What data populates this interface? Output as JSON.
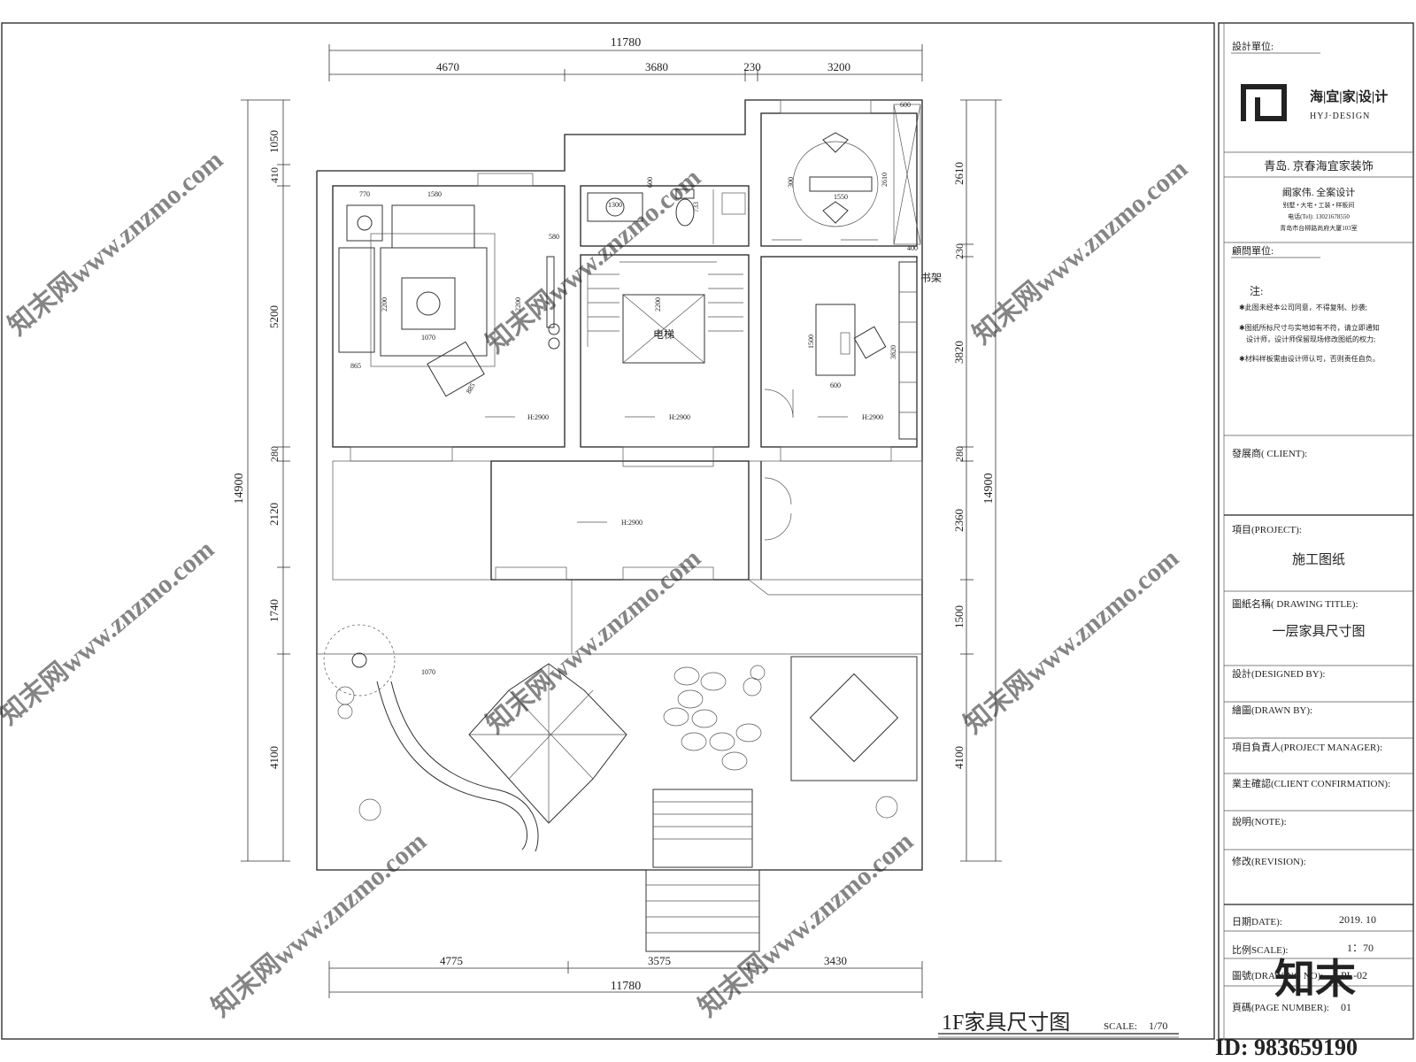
{
  "drawing": {
    "title": "1F家具尺寸图",
    "scale_label": "SCALE:",
    "scale_value": "1/70",
    "top_dims": {
      "total": "11780",
      "segments": [
        "4670",
        "3680",
        "230",
        "3200"
      ]
    },
    "bottom_dims": {
      "total": "11780",
      "segments": [
        "4775",
        "3575",
        "3430"
      ]
    },
    "left_dims": {
      "total": "14900",
      "segments": [
        "1050",
        "410",
        "5200",
        "280",
        "2120",
        "1740",
        "4100"
      ]
    },
    "right_dims": {
      "total": "14900",
      "segments": [
        "2610",
        "230",
        "3820",
        "280",
        "2360",
        "1500",
        "4100"
      ]
    },
    "room_labels": {
      "elevator": "电梯",
      "bookshelf": "书架"
    },
    "heights": [
      "H:2900",
      "H:2900",
      "H:2900",
      "H:2900"
    ],
    "furniture_dims": {
      "d770": "770",
      "d1580": "1580",
      "d580": "580",
      "d2200a": "2200",
      "d2200b": "2200",
      "d2200c": "2200",
      "d1070a": "1070",
      "d865": "865",
      "d885": "885",
      "d1300": "1300",
      "d600a": "600",
      "d733": "733",
      "d300": "300",
      "d1550": "1550",
      "d2610": "2610",
      "d600b": "600",
      "d400": "400",
      "d1500": "1500",
      "d3820": "3820",
      "d600c": "600",
      "d1070b": "1070"
    }
  },
  "title_block": {
    "design_unit_label": "設計單位:",
    "logo_cn": "海|宜|家|设|计",
    "logo_en": "HYJ·DESIGN",
    "company": "青岛. 京春海宜家装饰",
    "designer": "阚家伟. 全案设计",
    "services": "别墅 • 大宅 • 工装 • 样板间",
    "phone": "电话(Tel): 13021678550",
    "address": "青岛市台柳路尚府大厦103室",
    "consultant_label": "顧問單位:",
    "notes_title": "注:",
    "notes": [
      "✱此图未经本公司同意，不得复制、抄袭;",
      "✱图纸所标尺寸与实地如有不符，请立即通知",
      "设计师，设计师保留现场修改图纸的权力;",
      "✱材料样板需由设计师认可，否则责任自负。"
    ],
    "client_label": "發展商( CLIENT):",
    "project_label": "項目(PROJECT):",
    "project_value": "施工图纸",
    "drawing_title_label": "圖紙名稱( DRAWING TITLE):",
    "drawing_title_value": "一层家具尺寸图",
    "designed_by_label": "設計(DESIGNED BY):",
    "drawn_by_label": "繪圖(DRAWN BY):",
    "pm_label": "項目負責人(PROJECT MANAGER):",
    "client_confirm_label": "業主確認(CLIENT CONFIRMATION):",
    "note_label": "說明(NOTE):",
    "revision_label": "修改(REVISION):",
    "date_label": "日期DATE):",
    "date_value": "2019. 10",
    "scale_label": "比例SCALE):",
    "scale_value": "1：70",
    "drawing_no_label": "圖號(DRAWING NO):",
    "drawing_no_value": "PL-02",
    "page_label": "頁碼(PAGE NUMBER):",
    "page_value": "01"
  },
  "watermark": {
    "text": "知末网www.znzmo.com",
    "logo": "知末",
    "id": "ID: 983659190"
  }
}
